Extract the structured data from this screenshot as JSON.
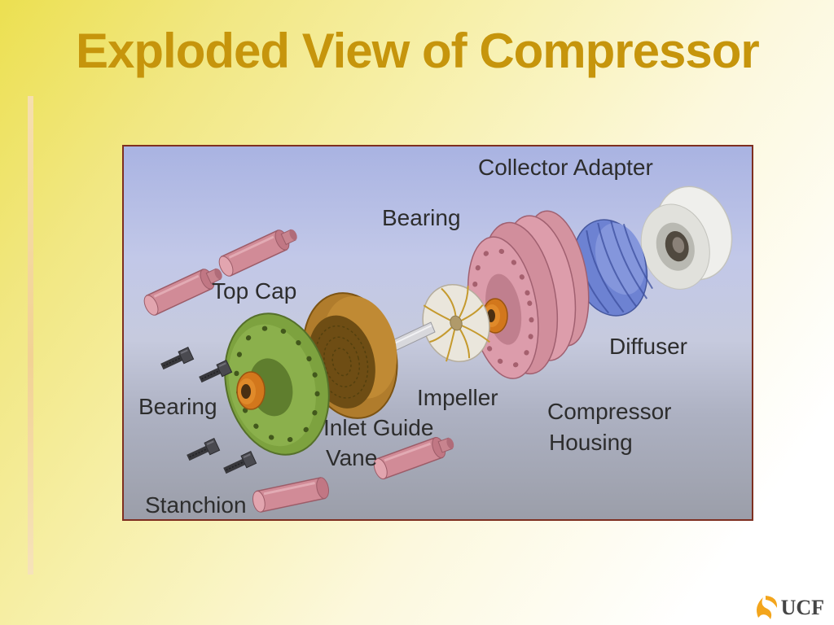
{
  "slide": {
    "title": "Exploded View of Compressor"
  },
  "diagram": {
    "labels": {
      "collector_adapter": "Collector Adapter",
      "bearing_upper": "Bearing",
      "top_cap": "Top Cap",
      "bearing_lower": "Bearing",
      "inlet_guide_vane_line1": "Inlet Guide",
      "inlet_guide_vane_line2": "Vane",
      "impeller": "Impeller",
      "diffuser": "Diffuser",
      "compressor_housing_line1": "Compressor",
      "compressor_housing_line2": "Housing",
      "stanchion": "Stanchion"
    }
  },
  "footer": {
    "logo_text": "UCF"
  },
  "colors": {
    "title_gold": "#C6950C",
    "frame_border": "#7E2F20",
    "part_pink": "#D18B97",
    "part_green": "#7DA23F",
    "part_brown": "#B07C2C",
    "part_blue": "#6D82D2",
    "part_orange": "#D2771C",
    "logo_gold": "#F3A51C"
  }
}
